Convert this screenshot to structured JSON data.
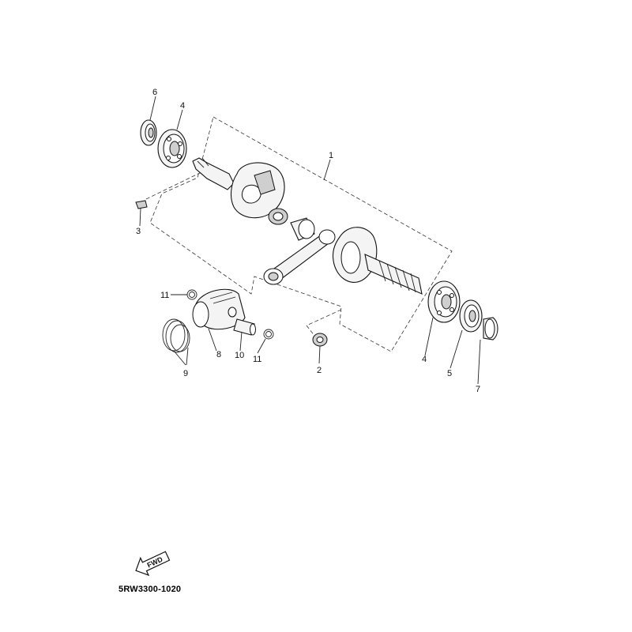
{
  "callouts": {
    "c1": "1",
    "c2": "2",
    "c3": "3",
    "c4a": "4",
    "c4b": "4",
    "c5": "5",
    "c6": "6",
    "c7": "7",
    "c8": "8",
    "c9": "9",
    "c10": "10",
    "c11a": "11",
    "c11b": "11"
  },
  "fwd_label": "FWD",
  "part_number": "5RW3300-1020"
}
